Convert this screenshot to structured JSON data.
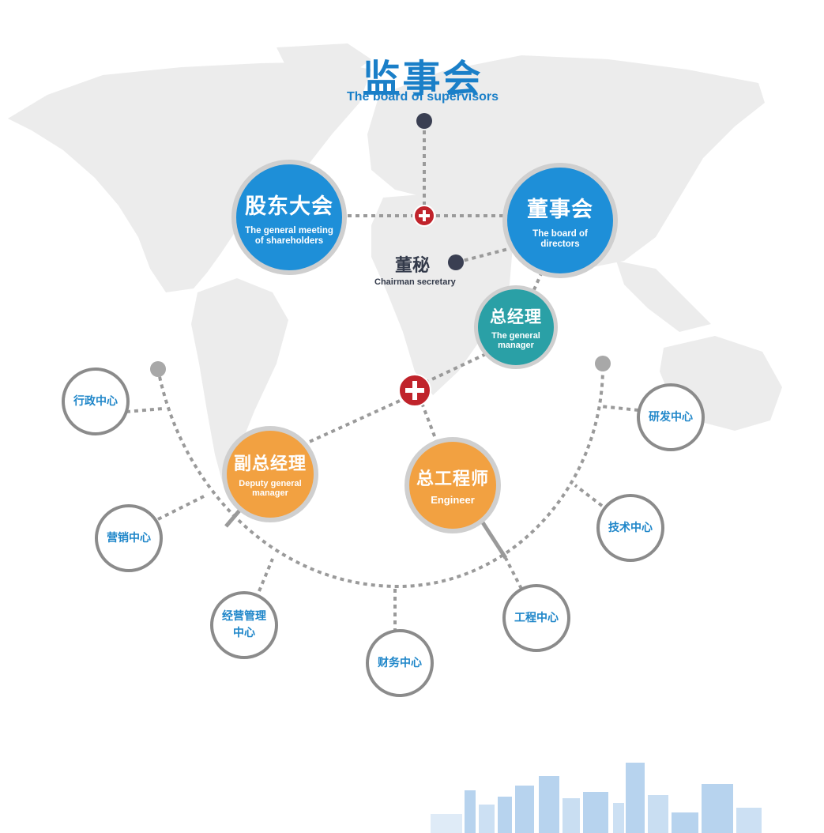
{
  "supervisors": {
    "zh": "监事会",
    "en": "The board of supervisors"
  },
  "shareholders": {
    "zh": "股东大会",
    "en": "The general meeting of shareholders"
  },
  "directors": {
    "zh": "董事会",
    "en": "The board of directors"
  },
  "secretary": {
    "zh": "董秘",
    "en": "Chairman secretary"
  },
  "general_manager": {
    "zh": "总经理",
    "en": "The general manager"
  },
  "deputy_manager": {
    "zh": "副总经理",
    "en": "Deputy general manager"
  },
  "engineer": {
    "zh": "总工程师",
    "en": "Engineer"
  },
  "centers": {
    "admin": "行政中心",
    "marketing": "营销中心",
    "operations": "经营管理中心",
    "finance": "财务中心",
    "engineering": "工程中心",
    "technology": "技术中心",
    "rnd": "研发中心"
  },
  "colors": {
    "title_blue": "#1a7fc8",
    "node_blue": "#1e8fd8",
    "node_teal": "#2aa0a6",
    "node_orange": "#f2a141",
    "plus_red": "#c0232b",
    "dark_dot": "#3a3f52",
    "dash_gray": "#9a9a9a"
  }
}
